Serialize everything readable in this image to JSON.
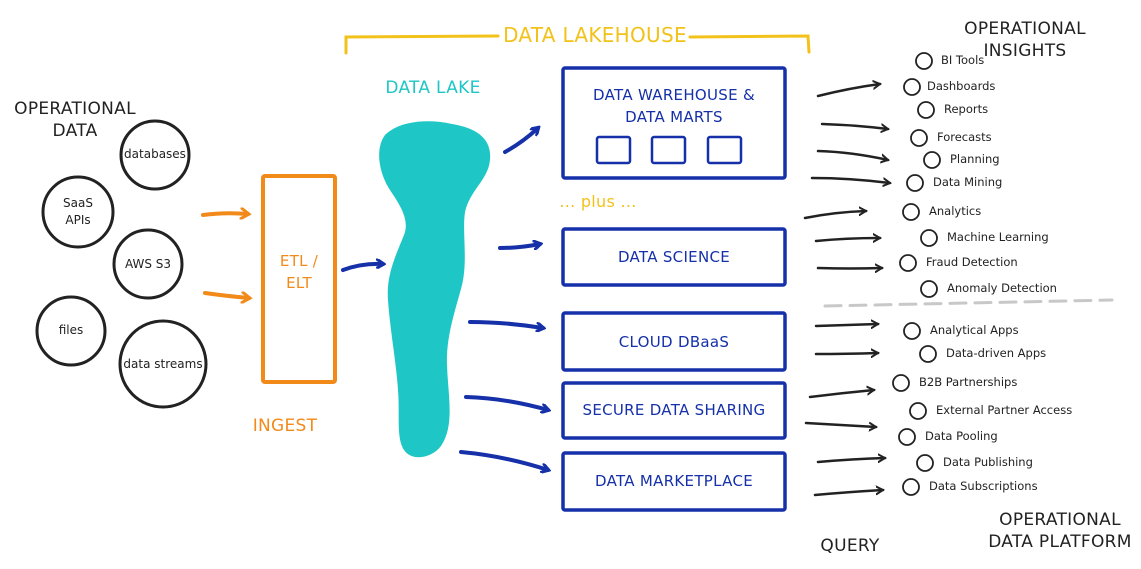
{
  "headers": {
    "operational_data": "OPERATIONAL DATA",
    "data_lakehouse": "DATA LAKEHOUSE",
    "data_lake": "DATA LAKE",
    "operational_insights": "OPERATIONAL INSIGHTS",
    "ingest": "INGEST",
    "query": "QUERY",
    "operational_data_platform": "OPERATIONAL DATA PLATFORM",
    "plus": "... plus ..."
  },
  "sources": [
    "databases",
    "SaaS APIs",
    "AWS S3",
    "files",
    "data streams"
  ],
  "etl": "ETL / ELT",
  "boxes": {
    "warehouse": "DATA WAREHOUSE & DATA MARTS",
    "science": "DATA SCIENCE",
    "dbaas": "CLOUD DBaaS",
    "sharing": "SECURE DATA SHARING",
    "marketplace": "DATA MARKETPLACE"
  },
  "outputs": [
    "BI Tools",
    "Dashboards",
    "Reports",
    "Forecasts",
    "Planning",
    "Data Mining",
    "Analytics",
    "Machine Learning",
    "Fraud Detection",
    "Anomaly Detection",
    "Analytical Apps",
    "Data-driven Apps",
    "B2B Partnerships",
    "External Partner Access",
    "Data Pooling",
    "Data Publishing",
    "Data Subscriptions"
  ],
  "colors": {
    "ink": "#222222",
    "blue": "#1530a8",
    "orange": "#f28a1a",
    "cyan": "#1ec6c6",
    "yellow": "#f2c21a",
    "divider": "#c8c8c8"
  }
}
